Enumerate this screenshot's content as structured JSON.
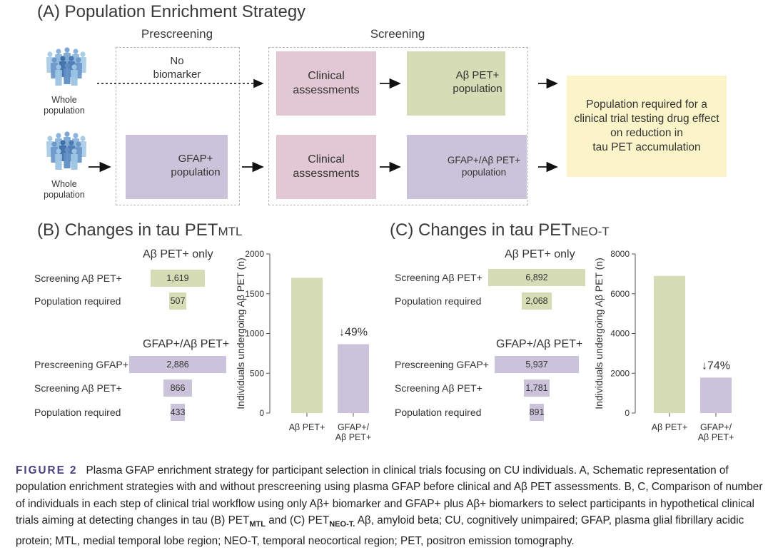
{
  "panel_a": {
    "title": "(A) Population Enrichment Strategy",
    "prescreening_header": "Prescreening",
    "screening_header": "Screening",
    "whole_population": "Whole\npopulation",
    "no_biomarker": "No\nbiomarker",
    "clinical_assessments": "Clinical\nassessments",
    "abeta_pos_population": "Aβ PET+\npopulation",
    "gfap_population": "GFAP+\npopulation",
    "gfap_abeta_population": "GFAP+/Aβ PET+\npopulation",
    "result": "Population required for a\nclinical trial testing drug effect\non reduction in\ntau PET accumulation",
    "icons": [
      "people-group-icon",
      "arrow-right-icon"
    ],
    "colors": {
      "clinical": "#e2c8d3",
      "abeta": "#d6dcb5",
      "gfap": "#cbc3da",
      "result": "#faf4c8"
    }
  },
  "panel_b": {
    "title_main": "(B) Changes in tau PET",
    "title_sub": "MTL",
    "abeta_only_header": "Aβ PET+ only",
    "abeta_rows": [
      {
        "label": "Screening Aβ PET+",
        "value": "1,619",
        "n": 1619
      },
      {
        "label": "Population required",
        "value": "507",
        "n": 507
      }
    ],
    "gfap_header": "GFAP+/Aβ PET+",
    "gfap_rows": [
      {
        "label": "Prescreening GFAP+",
        "value": "2,886",
        "n": 2886
      },
      {
        "label": "Screening Aβ PET+",
        "value": "866",
        "n": 866
      },
      {
        "label": "Population required",
        "value": "433",
        "n": 433
      }
    ]
  },
  "panel_c": {
    "title_main": "(C) Changes in tau PET",
    "title_sub": "NEO-T",
    "abeta_only_header": "Aβ PET+ only",
    "abeta_rows": [
      {
        "label": "Screening Aβ PET+",
        "value": "6,892",
        "n": 6892
      },
      {
        "label": "Population required",
        "value": "2,068",
        "n": 2068
      }
    ],
    "gfap_header": "GFAP+/Aβ PET+",
    "gfap_rows": [
      {
        "label": "Prescreening GFAP+",
        "value": "5,937",
        "n": 5937
      },
      {
        "label": "Screening Aβ PET+",
        "value": "1,781",
        "n": 1781
      },
      {
        "label": "Population required",
        "value": "891",
        "n": 891
      }
    ]
  },
  "chart_data": [
    {
      "type": "bar",
      "ylabel": "Individuals undergoing Aβ PET (n)",
      "categories": [
        "Aβ PET+",
        "GFAP+/\nAβ PET+"
      ],
      "values": [
        1700,
        866
      ],
      "ylim": [
        0,
        2000
      ],
      "yticks": [
        0,
        500,
        1000,
        1500,
        2000
      ],
      "annotation": "↓49%",
      "colors": [
        "#d6dcb5",
        "#cbc3da"
      ]
    },
    {
      "type": "bar",
      "ylabel": "Individuals undergoing Aβ PET (n)",
      "categories": [
        "Aβ PET+",
        "GFAP+/\nAβ PET+"
      ],
      "values": [
        6892,
        1781
      ],
      "ylim": [
        0,
        8000
      ],
      "yticks": [
        0,
        2000,
        4000,
        6000,
        8000
      ],
      "annotation": "↓74%",
      "colors": [
        "#d6dcb5",
        "#cbc3da"
      ]
    }
  ],
  "caption": {
    "label": "FIGURE 2",
    "p1": "Plasma GFAP enrichment strategy for participant selection in clinical trials focusing on CU individuals. A, Schematic representation of population enrichment strategies with and without prescreening using plasma GFAP before clinical and Aβ PET assessments. B, C, Comparison of number of individuals in each step of clinical trial workflow using only Aβ+ biomarker and GFAP+ plus Aβ+ biomarkers to select participants in hypothetical clinical trials aiming at detecting changes in tau (B) PET",
    "sub1": "MTL",
    "p2": " and (C) PET",
    "sub2": "NEO-T.",
    "p3": " Aβ, amyloid beta; CU, cognitively unimpaired; GFAP, plasma glial fibrillary acidic protein; MTL, medial temporal lobe region; NEO-T, temporal neocortical region; PET, positron emission tomography."
  }
}
